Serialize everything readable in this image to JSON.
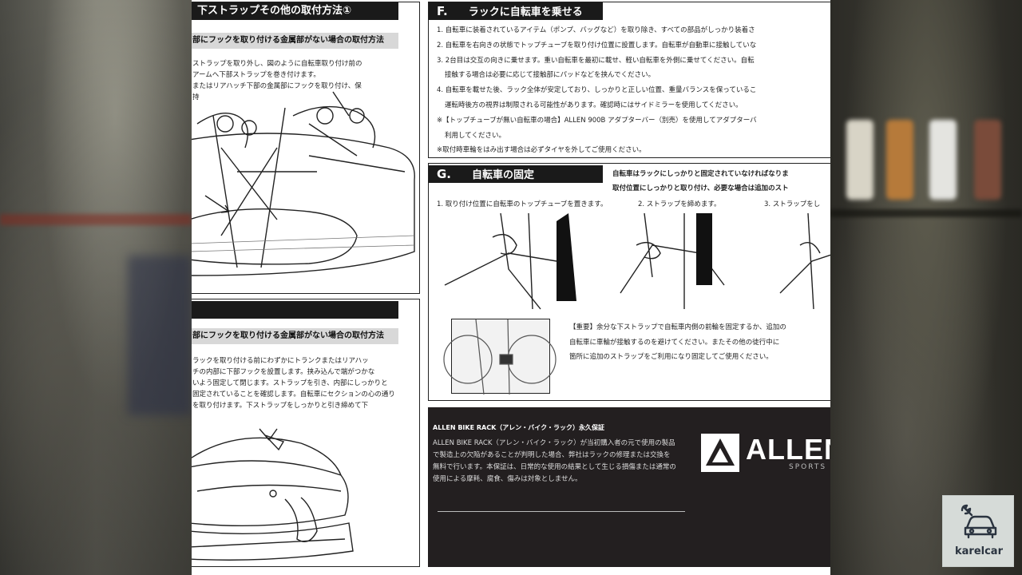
{
  "video": {
    "watermark": "karelcar",
    "watermark_icon": "car-wrench-icon"
  },
  "section_d": {
    "title": "下ストラップその他の取付方法①",
    "subtitle": "部にフックを取り付ける金属部がない場合の取付方法",
    "lines": [
      "ストラップを取り外し、図のように自転車取り付け前の",
      "アームへ下部ストラップを巻き付けます。",
      "またはリアハッチ下部の金属部にフックを取り付け、保",
      "持"
    ]
  },
  "section_e": {
    "title": "",
    "subtitle": "部にフックを取り付ける金属部がない場合の取付方法",
    "lines": [
      "ラックを取り付ける前にわずかにトランクまたはリアハッ",
      "チの内部に下部フックを設置します。挟み込んで端がつかな",
      "いよう固定して閉じます。ストラップを引き、内部にしっかりと",
      "固定されていることを確認します。自転車にセクションの心の通り",
      "を取り付けます。下ストラップをしっかりと引き締めて下"
    ]
  },
  "section_f": {
    "letter": "F.",
    "title": "ラックに自転車を乗せる",
    "items": [
      "1. 自転車に装着されているアイテム（ポンプ、バッグなど）を取り除き、すべての部品がしっかり装着さ",
      "2. 自転車を右向きの状態でトップチューブを取り付け位置に設置します。自転車が自動車に接触していな",
      "3. 2台目は交互の向きに乗せます。重い自転車を最初に載せ、軽い自転車を外側に乗せてください。自転",
      "接触する場合は必要に応じて接触部にパッドなどを挟んでください。",
      "4. 自転車を載せた後、ラック全体が安定しており、しっかりと正しい位置、重量バランスを保っているこ",
      "運転時後方の視界は制限される可能性があります。確認時にはサイドミラーを使用してください。",
      "※【トップチューブが無い自転車の場合】ALLEN 900B アダプターバー（別売）を使用してアダプターバ",
      "利用してください。",
      "※取付時車輪をはみ出す場合は必ずタイヤを外してご使用ください。"
    ]
  },
  "section_g": {
    "letter": "G.",
    "title": "自転車の固定",
    "note_right": [
      "自転車はラックにしっかりと固定されていなければなりま",
      "取付位置にしっかりと取り付け、必要な場合は追加のスト"
    ],
    "steps": [
      "1. 取り付け位置に自転車のトップチューブを置きます。",
      "2. ストラップを締めます。",
      "3. ストラップをし"
    ],
    "important": [
      "【重要】余分な下ストラップで自転車内側の前輪を固定するか、追加の",
      "自転車に車輪が接触するのを避けてください。またその他の徒行中に",
      "箇所に追加のストラップをご利用になり固定してご使用ください。"
    ]
  },
  "warranty": {
    "title": "ALLEN BIKE RACK（アレン・バイク・ラック）永久保証",
    "lines": [
      "ALLEN BIKE RACK（アレン・バイク・ラック）が当初購入者の元で使用の製品",
      "で製造上の欠陥があることが判明した場合、弊社はラックの修理または交換を",
      "無料で行います。本保証は、日常的な使用の結果として生じる損傷または通常の",
      "使用による摩耗、腐食、傷みは対象としません。"
    ],
    "logo_text": "ALLEN",
    "logo_sub": "SPORTS"
  }
}
